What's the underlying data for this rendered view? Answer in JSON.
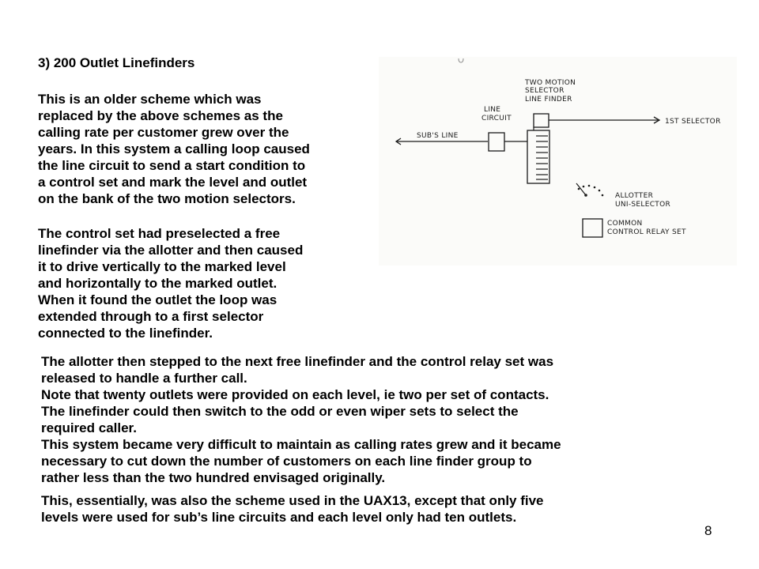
{
  "heading": "3)  200 Outlet Linefinders",
  "paragraphs": {
    "p1": [
      "This is an older scheme which was",
      "replaced by the above schemes as the",
      "calling rate per customer grew over the",
      "years. In this system a calling loop caused",
      "the line circuit to send a start condition to",
      "a control set and mark the level and outlet",
      "on the bank of the two motion selectors."
    ],
    "p2": [
      "The control set had preselected a free",
      "linefinder via the allotter and then caused",
      "it to drive vertically to the marked level",
      "and horizontally to the marked outlet.",
      "When it found the outlet the loop was",
      "extended through to a first selector",
      "connected to the linefinder."
    ],
    "p3": [
      "The allotter then stepped to the next free linefinder and the control relay set was",
      "released to handle a further call.",
      "Note that twenty outlets were provided on each level, ie two per set of contacts.",
      "The linefinder could then switch to the odd or even wiper sets to select the",
      "required caller.",
      "This system became very difficult to maintain as calling rates grew and it became",
      "necessary to cut down the number of customers on each line finder group to",
      "rather less than the two hundred envisaged originally."
    ],
    "p4": [
      "This, essentially, was also the scheme used in the UAX13, except that only five",
      "levels were used for sub’s line circuits and each level only had ten outlets."
    ]
  },
  "figure": {
    "labels": {
      "two_motion_1": "TWO MOTION",
      "two_motion_2": "SELECTOR",
      "two_motion_3": "LINE FINDER",
      "line_circuit_1": "LINE",
      "line_circuit_2": "CIRCUIT",
      "first_selector": "1ST SELECTOR",
      "subs_line": "SUB'S LINE",
      "allotter_1": "ALLOTTER",
      "allotter_2": "UNI-SELECTOR",
      "common_1": "COMMON",
      "common_2": "CONTROL RELAY SET"
    }
  },
  "page_number": "8"
}
